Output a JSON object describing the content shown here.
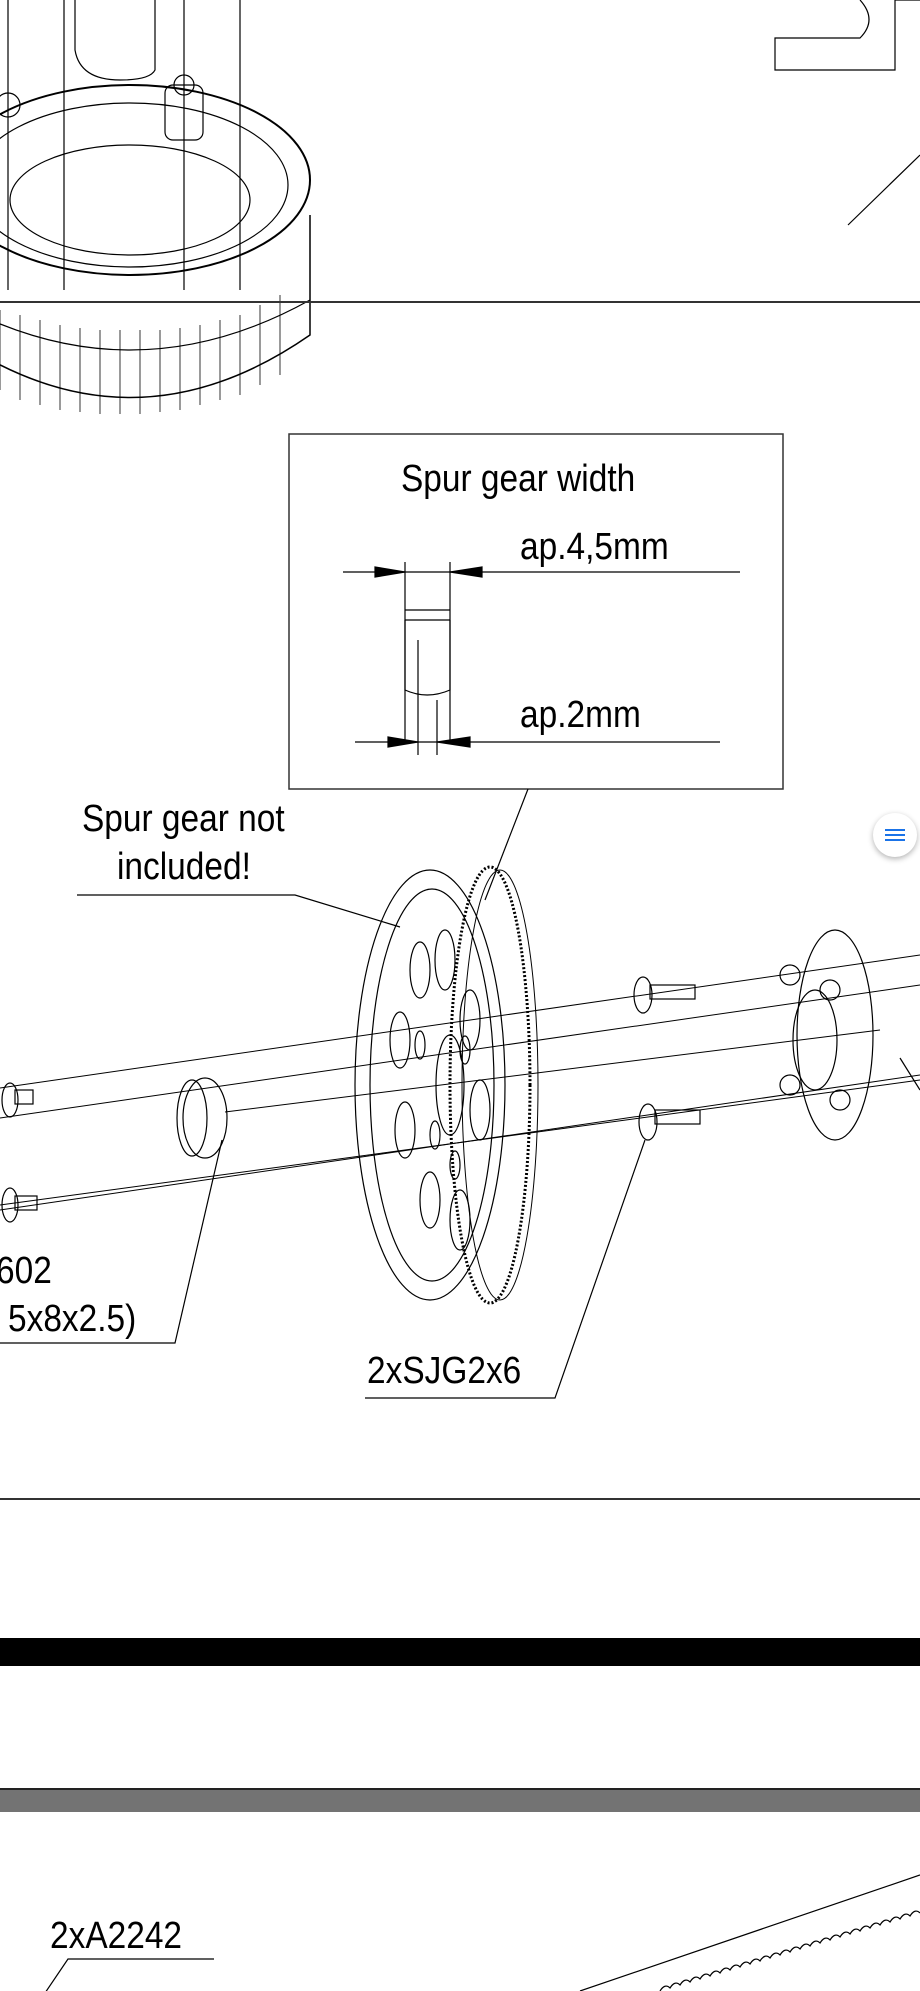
{
  "detail_box": {
    "title": "Spur gear width",
    "dim_top": "ap.4,5mm",
    "dim_bottom": "ap.2mm"
  },
  "callouts": {
    "spur_gear_note_line1": "Spur gear not",
    "spur_gear_note_line2": "included!",
    "bearing_line1": "602",
    "bearing_line2": "5x8x2.5)",
    "screws": "2xSJG2x6",
    "next_step_part": "2xA2242"
  },
  "floating_menu": {
    "icon": "hamburger-menu-icon",
    "color": "#1a73e8"
  },
  "colors": {
    "divider_black": "#000000",
    "divider_gray": "#737373"
  }
}
